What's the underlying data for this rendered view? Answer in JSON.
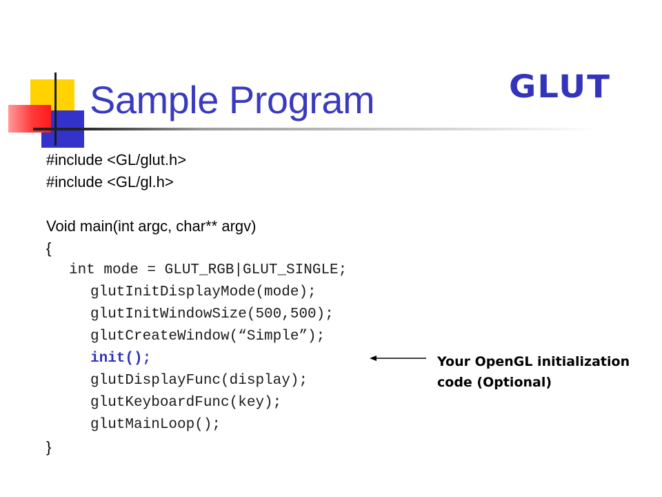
{
  "slide": {
    "title": "Sample Program",
    "logo_text": "GLUT"
  },
  "code": {
    "includes": [
      "#include <GL/glut.h>",
      "#include <GL/gl.h>"
    ],
    "signature": "Void main(int argc, char** argv)",
    "open_brace": "{",
    "body": [
      "int mode = GLUT_RGB|GLUT_SINGLE;",
      "glutInitDisplayMode(mode);",
      "glutInitWindowSize(500,500);",
      "glutCreateWindow(“Simple”);",
      "init();",
      "glutDisplayFunc(display);",
      "glutKeyboardFunc(key);",
      "glutMainLoop();"
    ],
    "close_brace": "}"
  },
  "annotation": {
    "line1": "Your OpenGL initialization",
    "line2": "code (Optional)"
  },
  "colors": {
    "title": "#3a3abf",
    "highlight": "#3333bb",
    "deco_yellow": "#ffd200",
    "deco_blue": "#3333cc",
    "deco_red": "#ff3b3b"
  }
}
